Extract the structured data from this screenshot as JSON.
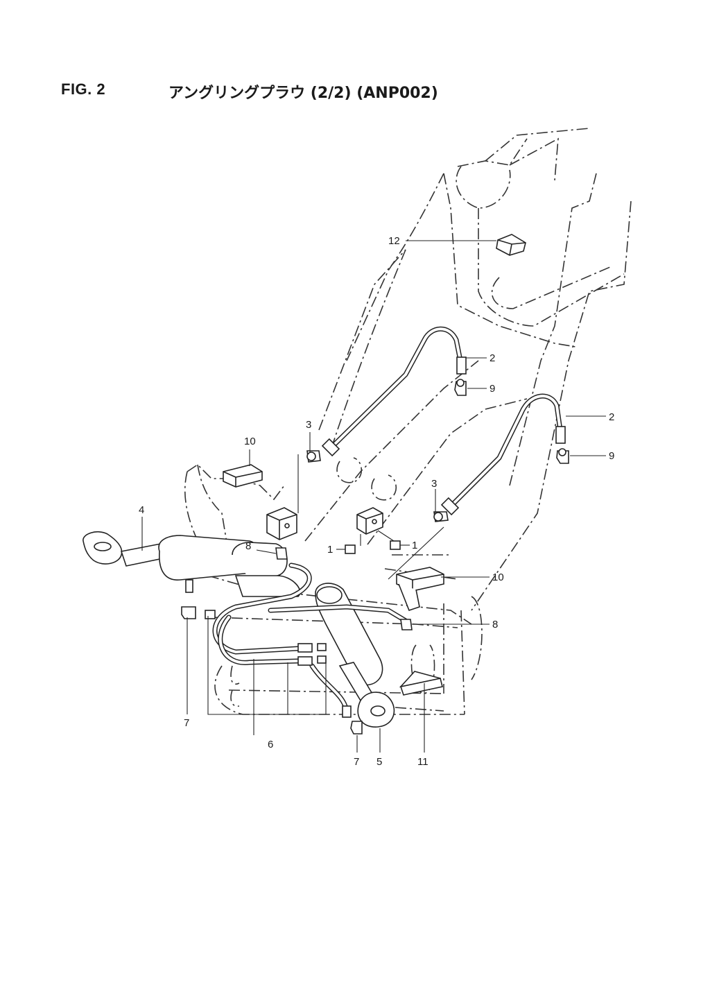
{
  "header": {
    "figure_label": "FIG. 2",
    "title": "アングリングプラウ (2/2) (ANP002)"
  },
  "callouts": {
    "c1a": "1",
    "c1b": "1",
    "c2a": "2",
    "c2b": "2",
    "c3a": "3",
    "c3b": "3",
    "c4": "4",
    "c5": "5",
    "c6": "6",
    "c7a": "7",
    "c7b": "7",
    "c8a": "8",
    "c8b": "8",
    "c9a": "9",
    "c9b": "9",
    "c10a": "10",
    "c10b": "10",
    "c11": "11",
    "c12": "12"
  }
}
